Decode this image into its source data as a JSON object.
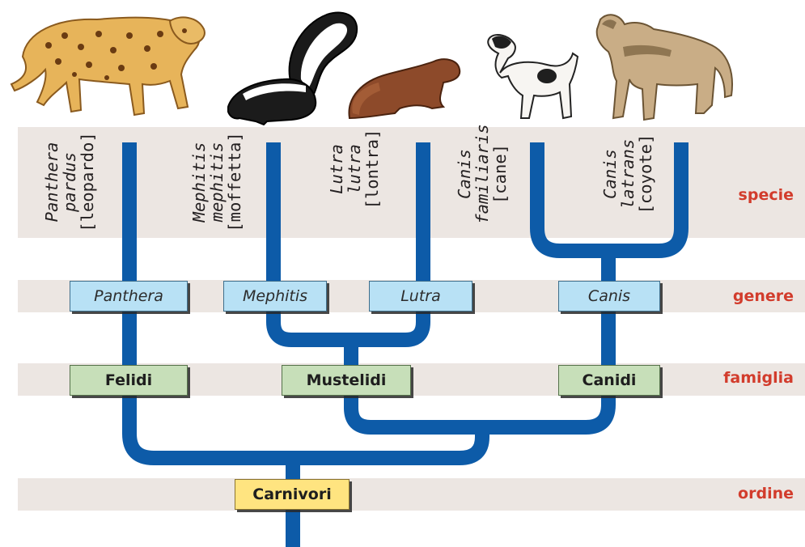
{
  "ranks": {
    "species": "specie",
    "genus": "genere",
    "family": "famiglia",
    "order": "ordine"
  },
  "species": [
    {
      "line1": "Panthera",
      "line2": "pardus",
      "common": "[leopardo]"
    },
    {
      "line1": "Mephitis",
      "line2": "mephitis",
      "common": "[moffetta]"
    },
    {
      "line1": "Lutra",
      "line2": "lutra",
      "common": "[lontra]"
    },
    {
      "line1": "Canis",
      "line2": "familiaris",
      "common": "[cane]"
    },
    {
      "line1": "Canis",
      "line2": "latrans",
      "common": "[coyote]"
    }
  ],
  "genera": [
    "Panthera",
    "Mephitis",
    "Lutra",
    "Canis"
  ],
  "families": [
    "Felidi",
    "Mustelidi",
    "Canidi"
  ],
  "order": "Carnivori",
  "animals": [
    "leopard-illustration",
    "skunk-illustration",
    "otter-illustration",
    "dog-illustration",
    "coyote-illustration"
  ],
  "colors": {
    "branch": "#0d5ba8",
    "band": "#ece6e2",
    "rank_text": "#d23c2c",
    "genus_box": "#b8e1f5",
    "family_box": "#c7dfb9",
    "order_box": "#ffe480"
  }
}
